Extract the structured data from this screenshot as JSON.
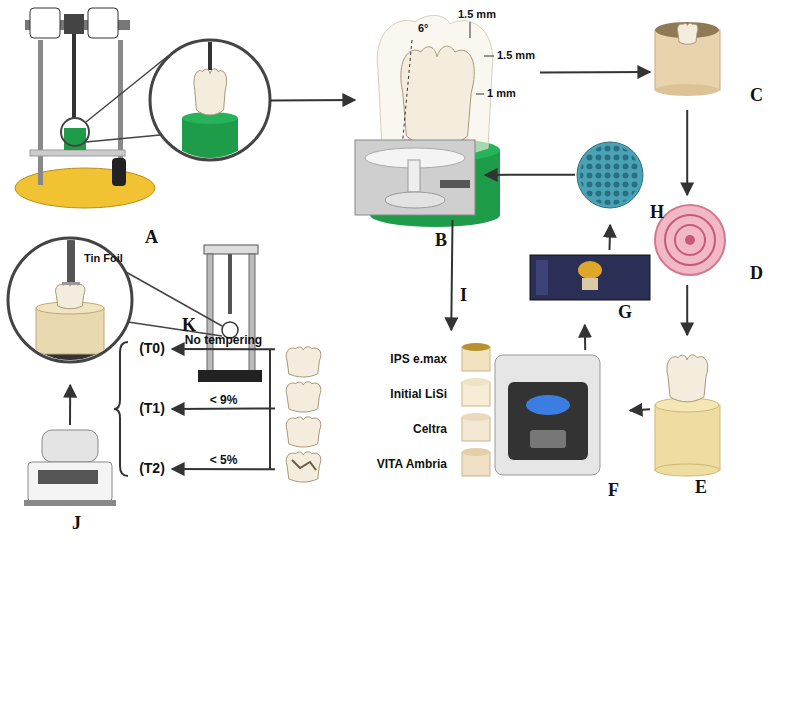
{
  "diagram": {
    "nodes": [
      {
        "text": [
          "A"
        ]
      },
      {
        "text": [
          "B"
        ]
      },
      {
        "text": [
          "C"
        ]
      },
      {
        "text": [
          "D"
        ]
      },
      {
        "text": [
          "E"
        ]
      },
      {
        "text": [
          "F"
        ]
      },
      {
        "text": [
          "G"
        ]
      },
      {
        "text": [
          "H"
        ]
      },
      {
        "text": [
          "I"
        ]
      },
      {
        "text": [
          "IPS e.max",
          "Initial LiSi",
          "Celtra",
          "VITA Ambria"
        ]
      },
      {
        "text": [
          "(T0)"
        ]
      },
      {
        "text": [
          "(T1)"
        ]
      },
      {
        "text": [
          "(T2)"
        ]
      },
      {
        "text": [
          "J"
        ]
      },
      {
        "text": [
          "K"
        ]
      }
    ],
    "edges": [
      {
        "from": 0,
        "to": 1,
        "arrow": "to"
      },
      {
        "from": 1,
        "to": 2,
        "arrow": "to"
      },
      {
        "from": 2,
        "to": 3,
        "arrow": "to"
      },
      {
        "from": 3,
        "to": 4,
        "arrow": "to"
      },
      {
        "from": 4,
        "to": 5,
        "arrow": "to"
      },
      {
        "from": 5,
        "to": 6,
        "arrow": "to"
      },
      {
        "from": 6,
        "to": 7,
        "arrow": "to"
      },
      {
        "from": 7,
        "to": 8,
        "arrow": "to"
      },
      {
        "from": 8,
        "to": 9,
        "arrow": "to"
      },
      {
        "from": 9,
        "to": 10,
        "label": "No tempering",
        "arrow": "to"
      },
      {
        "from": 9,
        "to": 11,
        "label": "< 9%",
        "arrow": "to"
      },
      {
        "from": 9,
        "to": 12,
        "label": "< 5%",
        "arrow": "to"
      },
      {
        "from": 13,
        "to": 14,
        "arrow": "to"
      }
    ],
    "labels": [
      "6°",
      "1.5 mm",
      "1.5 mm",
      "1 mm",
      "Tin Foil"
    ]
  }
}
